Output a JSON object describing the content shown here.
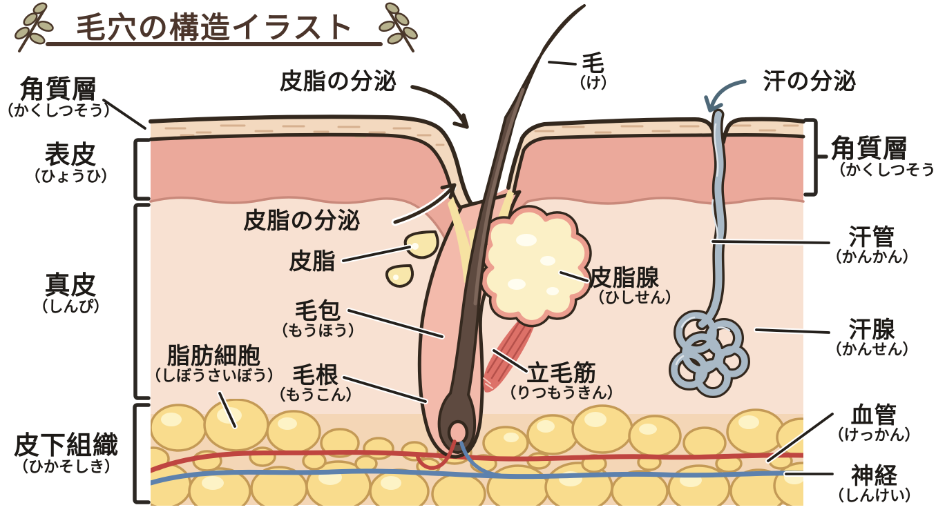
{
  "title": {
    "text": "毛穴の構造イラスト"
  },
  "labels": {
    "stratum_corneum_left": {
      "main": "角質層",
      "reading": "（かくしつそう）"
    },
    "epidermis": {
      "main": "表皮",
      "reading": "（ひょうひ）"
    },
    "dermis": {
      "main": "真皮",
      "reading": "（しんぴ）"
    },
    "subcutaneous": {
      "main": "皮下組織",
      "reading": "（ひかそしき）"
    },
    "sebum_secretion_top": {
      "main": "皮脂の分泌"
    },
    "hair": {
      "main": "毛",
      "reading": "（け）"
    },
    "sweat_secretion": {
      "main": "汗の分泌"
    },
    "stratum_corneum_right": {
      "main": "角質層",
      "reading": "（かくしつそう）"
    },
    "sebum_secretion_mid": {
      "main": "皮脂の分泌"
    },
    "sebum": {
      "main": "皮脂"
    },
    "hair_follicle": {
      "main": "毛包",
      "reading": "（もうほう）"
    },
    "hair_root": {
      "main": "毛根",
      "reading": "（もうこん）"
    },
    "fat_cell": {
      "main": "脂肪細胞",
      "reading": "（しぼうさいぼう）"
    },
    "sebaceous_gland": {
      "main": "皮脂腺",
      "reading": "（ひしせん）"
    },
    "arrector_pili": {
      "main": "立毛筋",
      "reading": "（りつもうきん）"
    },
    "sweat_duct": {
      "main": "汗管",
      "reading": "（かんかん）"
    },
    "sweat_gland": {
      "main": "汗腺",
      "reading": "（かんせん）"
    },
    "blood_vessel": {
      "main": "血管",
      "reading": "（けっかん）"
    },
    "nerve": {
      "main": "神経",
      "reading": "（しんけい）"
    }
  },
  "colors": {
    "title_brown": "#4b352b",
    "outline_dark": "#33281e",
    "label_text": "#1d1a17",
    "stratum_corneum": "#f3d9bf",
    "corneum_texture": "#d6b08f",
    "epidermis": "#eba99b",
    "epidermis_boundary": "#c9897b",
    "dermis": "#f8e1d2",
    "subcutaneous_bg": "#f4d6b6",
    "fat_cell_fill": "#f9dc8d",
    "fat_cell_outline": "#c49a56",
    "fat_cell_highlight": "#fdf3c6",
    "hair_brown": "#5e4a40",
    "follicle_pink": "#f3baab",
    "sebum_yellow": "#f6e2a2",
    "sebaceous_gland_cream": "#fbf0c6",
    "sebaceous_gland_rim": "#ec9e8f",
    "arrector_muscle_red": "#dd7168",
    "sweat_tube_gray": "#a9b9c6",
    "blood_vessel_red": "#bf4540",
    "nerve_blue": "#5d81ad",
    "sweat_arrow_blue": "#4e6878",
    "leaf_green": "#b7b28d"
  }
}
